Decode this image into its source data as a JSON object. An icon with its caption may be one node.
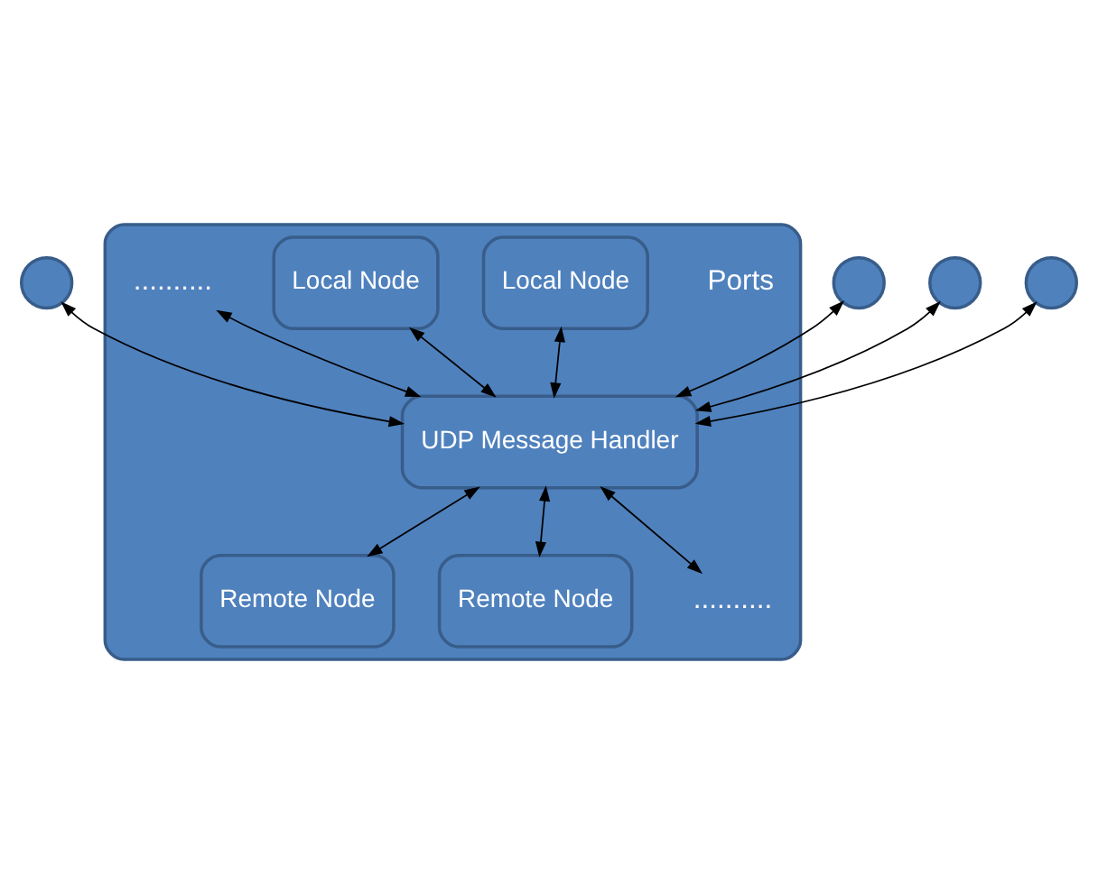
{
  "diagram": {
    "nodes": [
      {
        "text": [],
        "shape": "box"
      },
      {
        "text": [],
        "shape": "circle"
      },
      {
        "text": [],
        "shape": "circle"
      },
      {
        "text": [],
        "shape": "circle"
      },
      {
        "text": [],
        "shape": "circle"
      },
      {
        "text": [
          "Local Node"
        ],
        "in": 0
      },
      {
        "text": [
          "Local Node"
        ],
        "in": 0
      },
      {
        "text": [
          ".........."
        ],
        "in": 0
      },
      {
        "text": [
          "UDP Message Handler"
        ],
        "in": 0
      },
      {
        "text": [
          "Remote Node"
        ],
        "in": 0
      },
      {
        "text": [
          "Remote Node"
        ],
        "in": 0
      },
      {
        "text": [
          ".........."
        ],
        "in": 0
      }
    ],
    "edges": [
      {
        "from": 1,
        "to": 8,
        "arrow": "both"
      },
      {
        "from": 2,
        "to": 8,
        "arrow": "both"
      },
      {
        "from": 3,
        "to": 8,
        "arrow": "both"
      },
      {
        "from": 4,
        "to": 8,
        "arrow": "both"
      },
      {
        "from": 5,
        "to": 8,
        "arrow": "both"
      },
      {
        "from": 6,
        "to": 8,
        "arrow": "both"
      },
      {
        "from": 7,
        "to": 8,
        "arrow": "both"
      },
      {
        "from": 8,
        "to": 9,
        "arrow": "both"
      },
      {
        "from": 8,
        "to": 10,
        "arrow": "both"
      },
      {
        "from": 8,
        "to": 11,
        "arrow": "both"
      }
    ],
    "labels": [
      "Ports"
    ]
  }
}
